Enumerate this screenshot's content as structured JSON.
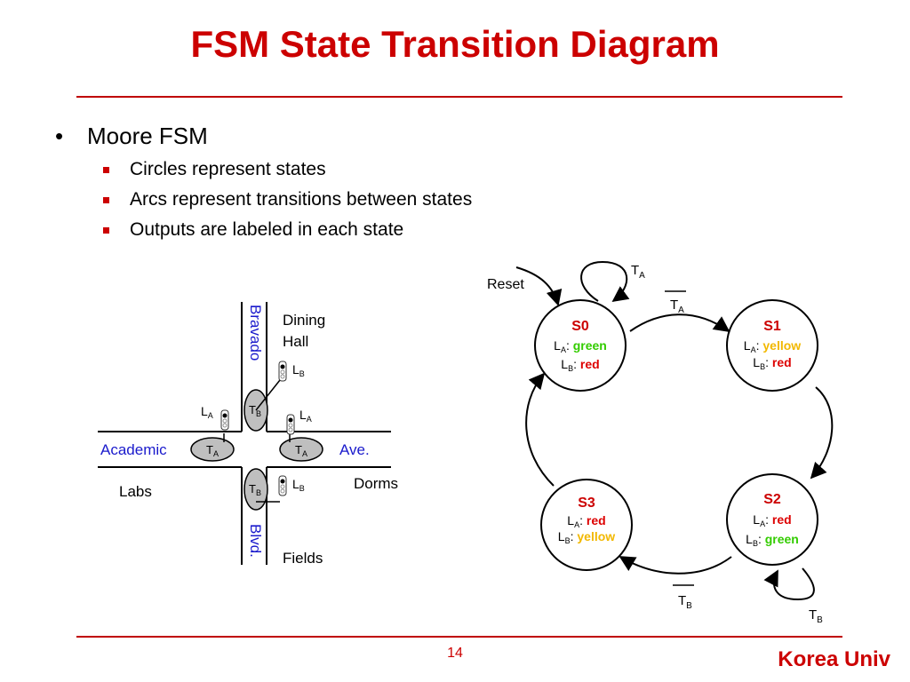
{
  "slide": {
    "title": "FSM State Transition Diagram",
    "page_number": "14",
    "brand": "Korea Univ",
    "accent_color": "#cc0000"
  },
  "bullets": {
    "main": "Moore FSM",
    "sub": [
      "Circles represent states",
      "Arcs represent transitions between states",
      "Outputs are labeled in each state"
    ]
  },
  "intersection": {
    "street_ns_top": "Bravado",
    "street_ns_bottom": "Blvd.",
    "street_ew_left": "Academic",
    "street_ew_right": "Ave.",
    "place_top_right": [
      "Dining",
      "Hall"
    ],
    "place_left": "Labs",
    "place_right": "Dorms",
    "place_bottom": "Fields",
    "light_main": "L",
    "light_sub_a": "A",
    "light_sub_b": "B",
    "sensor_main": "T",
    "sensor_sub_a": "A",
    "sensor_sub_b": "B",
    "road_color": "#000000",
    "street_label_color": "#1a1acc",
    "sensor_fill": "#bfbfbf"
  },
  "fsm": {
    "reset_label": "Reset",
    "states": [
      {
        "id": "s0",
        "name": "S0",
        "la_label": "L",
        "la_sub": "A",
        "la_value": "green",
        "la_color": "#33cc00",
        "lb_label": "L",
        "lb_sub": "B",
        "lb_value": "red",
        "lb_color": "#dd0000"
      },
      {
        "id": "s1",
        "name": "S1",
        "la_label": "L",
        "la_sub": "A",
        "la_value": "yellow",
        "la_color": "#f2b800",
        "lb_label": "L",
        "lb_sub": "B",
        "lb_value": "red",
        "lb_color": "#dd0000"
      },
      {
        "id": "s2",
        "name": "S2",
        "la_label": "L",
        "la_sub": "A",
        "la_value": "red",
        "la_color": "#dd0000",
        "lb_label": "L",
        "lb_sub": "B",
        "lb_value": "green",
        "lb_color": "#33cc00"
      },
      {
        "id": "s3",
        "name": "S3",
        "la_label": "L",
        "la_sub": "A",
        "la_value": "red",
        "la_color": "#dd0000",
        "lb_label": "L",
        "lb_sub": "B",
        "lb_value": "yellow",
        "lb_color": "#f2b800"
      }
    ],
    "transition_s0_self": {
      "main": "T",
      "sub": "A"
    },
    "transition_s0_s1": {
      "main": "T",
      "sub": "A"
    },
    "transition_s2_s3": {
      "main": "T",
      "sub": "B"
    },
    "transition_s2_self": {
      "main": "T",
      "sub": "B"
    },
    "state_name_color": "#cc0000"
  }
}
